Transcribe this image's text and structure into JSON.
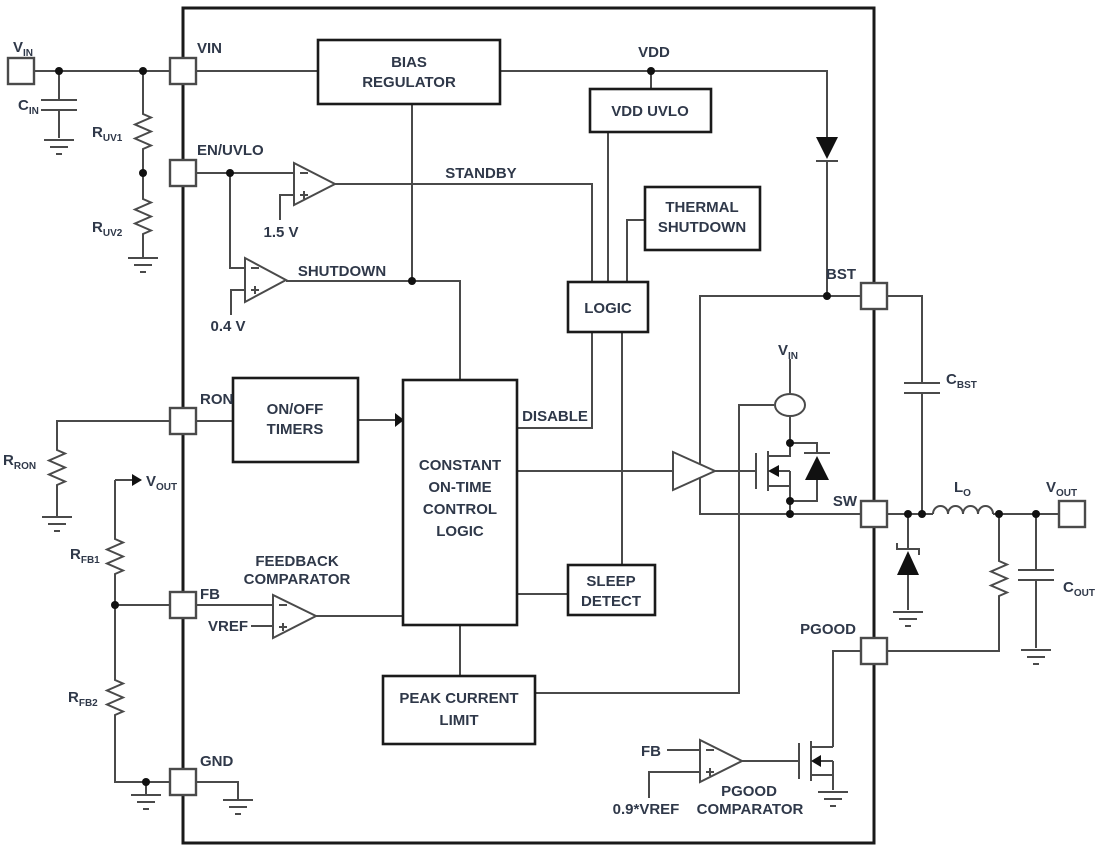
{
  "colors": {
    "wire": "#4a4a4a",
    "outline": "#1a1a1a",
    "text": "#2f3849",
    "background": "#ffffff"
  },
  "ic": {
    "pins": {
      "vin": "VIN",
      "en_uvlo": "EN/UVLO",
      "ron": "RON",
      "fb": "FB",
      "gnd": "GND",
      "bst": "BST",
      "sw": "SW",
      "pgood": "PGOOD"
    },
    "blocks": {
      "bias_regulator": {
        "line1": "BIAS",
        "line2": "REGULATOR"
      },
      "vdd_uvlo": {
        "line1": "VDD UVLO"
      },
      "thermal_shutdown": {
        "line1": "THERMAL",
        "line2": "SHUTDOWN"
      },
      "logic": {
        "line1": "LOGIC"
      },
      "on_off_timers": {
        "line1": "ON/OFF",
        "line2": "TIMERS"
      },
      "cot_logic": {
        "line1": "CONSTANT",
        "line2": "ON-TIME",
        "line3": "CONTROL",
        "line4": "LOGIC"
      },
      "sleep_detect": {
        "line1": "SLEEP",
        "line2": "DETECT"
      },
      "peak_current_limit": {
        "line1": "PEAK CURRENT",
        "line2": "LIMIT"
      }
    },
    "comparators": {
      "enable": {
        "ref": "1.5 V"
      },
      "shutdown": {
        "ref": "0.4 V"
      },
      "feedback": {
        "label1": "FEEDBACK",
        "label2": "COMPARATOR",
        "ref": "VREF"
      },
      "pgood": {
        "label1": "PGOOD",
        "label2": "COMPARATOR",
        "ref": "0.9*VREF",
        "input": "FB"
      }
    },
    "signals": {
      "standby": "STANDBY",
      "shutdown": "SHUTDOWN",
      "disable": "DISABLE",
      "vdd": "VDD"
    }
  },
  "external": {
    "vin_pad": {
      "name": "V",
      "sub": "IN"
    },
    "cin": {
      "name": "C",
      "sub": "IN"
    },
    "ruv1": {
      "name": "R",
      "sub": "UV1"
    },
    "ruv2": {
      "name": "R",
      "sub": "UV2"
    },
    "rron": {
      "name": "R",
      "sub": "RON"
    },
    "vout_tap": {
      "name": "V",
      "sub": "OUT"
    },
    "rfb1": {
      "name": "R",
      "sub": "FB1"
    },
    "rfb2": {
      "name": "R",
      "sub": "FB2"
    },
    "vin_sense": {
      "name": "V",
      "sub": "IN"
    },
    "cbst": {
      "name": "C",
      "sub": "BST"
    },
    "lo": {
      "name": "L",
      "sub": "O"
    },
    "cout": {
      "name": "C",
      "sub": "OUT"
    },
    "vout_pad": {
      "name": "V",
      "sub": "OUT"
    }
  }
}
